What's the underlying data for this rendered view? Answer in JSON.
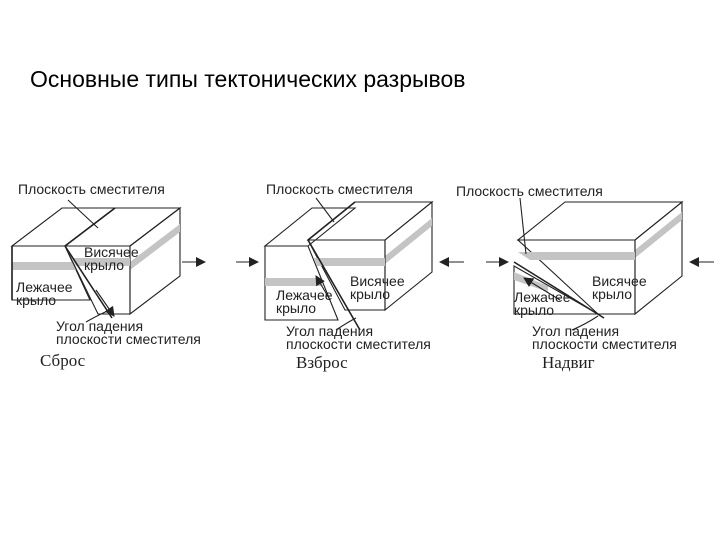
{
  "title": "Основные типы тектонических разрывов",
  "diagrams": [
    {
      "caption": "Сброс",
      "fault_plane": "Плоскость сместителя",
      "hanging_wall": [
        "Висячее",
        "крыло"
      ],
      "footwall": [
        "Лежачее",
        "крыло"
      ],
      "dip_angle": [
        "Угол падения",
        "плоскости сместителя"
      ]
    },
    {
      "caption": "Взброс",
      "fault_plane": "Плоскость сместителя",
      "hanging_wall": [
        "Висячее",
        "крыло"
      ],
      "footwall": [
        "Лежачее",
        "крыло"
      ],
      "dip_angle": [
        "Угол падения",
        "плоскости сместителя"
      ]
    },
    {
      "caption": "Надвиг",
      "fault_plane": "Плоскость сместителя",
      "hanging_wall": [
        "Висячее",
        "крыло"
      ],
      "footwall": [
        "Лежачее",
        "крыло"
      ],
      "dip_angle": [
        "Угол падения",
        "плоскости сместителя"
      ]
    }
  ],
  "colors": {
    "layer": "#c4c4c4",
    "lines": "#222222"
  }
}
